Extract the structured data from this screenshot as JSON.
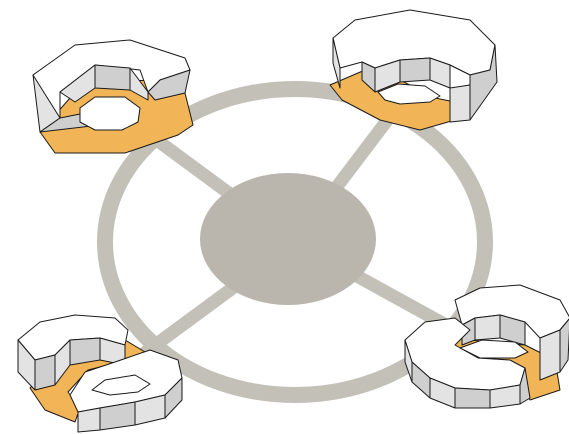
{
  "colors": {
    "background": "#ffffff",
    "hub_gray": "#bab6ad",
    "ring_gray": "#c3c0b8",
    "top_white": "#ffffff",
    "side_light": "#e3e3e3",
    "side_mid": "#cfcfcf",
    "floor_orange": "#f1b456",
    "outline": "#1a1a1a"
  },
  "diagram": {
    "hub": {
      "label": ""
    },
    "nodes": [
      {
        "id": "top-left",
        "type": "octagonal-ring-module-with-floor"
      },
      {
        "id": "top-right",
        "type": "c-shaped-module-with-floor"
      },
      {
        "id": "bottom-left",
        "type": "interlocked-c-modules-with-floor"
      },
      {
        "id": "bottom-right",
        "type": "interlocked-c-modules-with-floor"
      }
    ],
    "connectors": [
      {
        "from": "hub",
        "to": "top-left"
      },
      {
        "from": "hub",
        "to": "top-right"
      },
      {
        "from": "hub",
        "to": "bottom-left"
      },
      {
        "from": "hub",
        "to": "bottom-right"
      }
    ]
  }
}
